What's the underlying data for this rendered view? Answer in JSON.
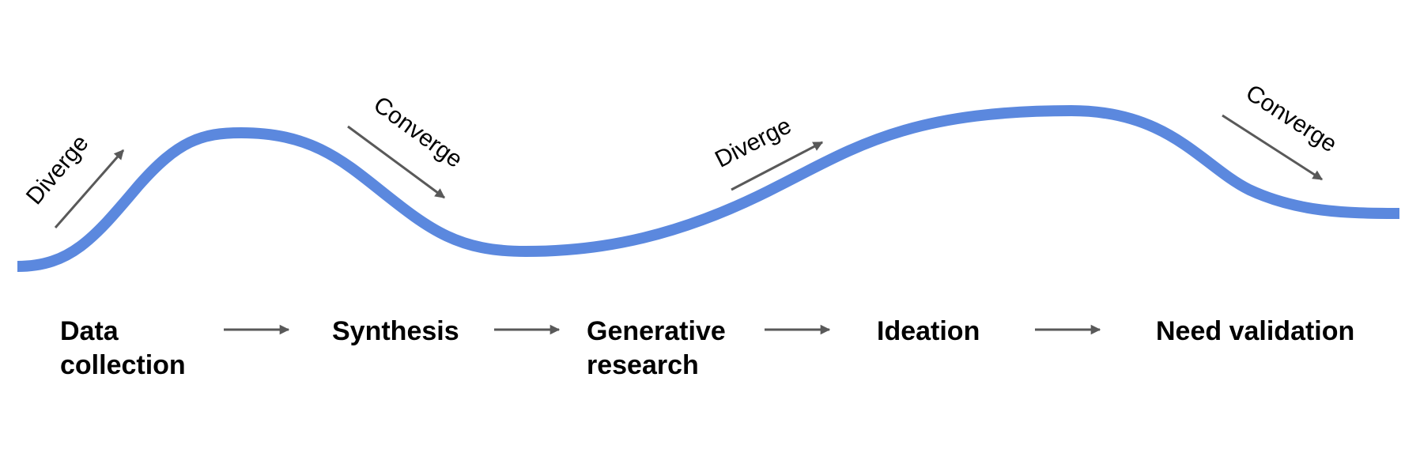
{
  "colors": {
    "curve": "#5b88de",
    "arrow": "#595959",
    "text": "#000000"
  },
  "curve_labels": [
    "Diverge",
    "Converge",
    "Diverge",
    "Converge"
  ],
  "phases": [
    {
      "line1": "Data",
      "line2": "collection"
    },
    {
      "line1": "Synthesis",
      "line2": ""
    },
    {
      "line1": "Generative",
      "line2": "research"
    },
    {
      "line1": "Ideation",
      "line2": ""
    },
    {
      "line1": "Need validation",
      "line2": ""
    }
  ]
}
